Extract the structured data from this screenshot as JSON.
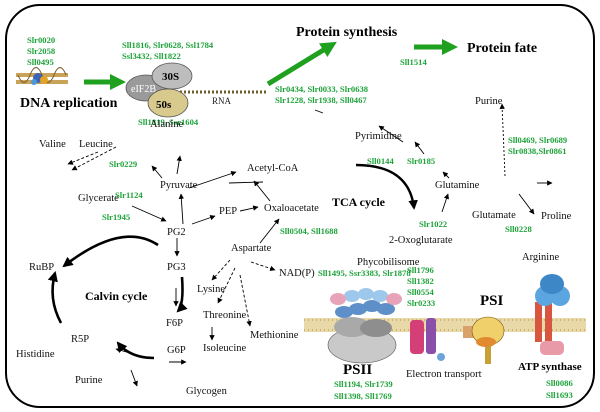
{
  "titles": {
    "dna_replication": "DNA replication",
    "protein_synthesis": "Protein synthesis",
    "protein_fate": "Protein fate",
    "tca_cycle": "TCA cycle",
    "calvin_cycle": "Calvin cycle",
    "psii": "PSII",
    "psi": "PSI",
    "atp_synthase": "ATP synthase",
    "phycobilisome": "Phycobilisome",
    "electron_transport": "Electron transport",
    "glycogen": "Glycogen"
  },
  "ribosome": {
    "eif2b": "eIF2B",
    "s30": "30S",
    "s50": "50s",
    "rna": "RNA"
  },
  "metabolites": {
    "valine": "Valine",
    "leucine": "Leucine",
    "alanine": "Alanine",
    "pyruvate": "Pyruvate",
    "acetyl_coa": "Acetyl-CoA",
    "glycerate": "Glycerate",
    "pep": "PEP",
    "oxaloacetate": "Oxaloacetate",
    "pg2": "PG2",
    "pg3": "PG3",
    "rubp": "RuBP",
    "aspartate": "Aspartate",
    "lysine": "Lysine",
    "threonine": "Threonine",
    "isoleucine": "Isoleucine",
    "methionine": "Methionine",
    "nadp": "NAD(P)",
    "f6p": "F6P",
    "g6p": "G6P",
    "r5p": "R5P",
    "histidine": "Histidine",
    "purine_bottom": "Purine",
    "pyrimidine": "Pyrimidine",
    "glutamine": "Glutamine",
    "glutamate": "Glutamate",
    "proline": "Proline",
    "arginine": "Arginine",
    "oxoglutarate": "2-Oxoglutarate",
    "purine_top": "Purine"
  },
  "genes": {
    "dna": [
      "Slr0020",
      "Slr2058",
      "Sll0495"
    ],
    "ribosome_top": [
      "Sll1816, Slr0628, Ssl1784",
      "Ssl3432, Sll1822"
    ],
    "ribosome_bottom": "Sll1819, Ssr1604",
    "protein_synth": [
      "Slr0434, Slr0033, Slr0638",
      "Slr1228, Slr1938, Sll0467"
    ],
    "protein_fate": "Sll1514",
    "leucine": "Slr0229",
    "glycerate": "Slr1124",
    "pg2": "Slr1945",
    "oxaloacetate": "Sll0504, Sll1688",
    "pyrimidine": [
      "Sll0144",
      "Slr0185"
    ],
    "oxoglutarate": "Slr1022",
    "purine": [
      "Sll0469, Slr0689",
      "Slr0838,Slr0861"
    ],
    "arginine": "Sll0228",
    "phycobilisome": "Sll1495, Ssr3383, Slr1878",
    "electron_transport": [
      "Sll1796",
      "Sll1382",
      "Sll0554",
      "Slr0233"
    ],
    "psii": [
      "Sll1194, Slr1739",
      "Sll1398, Sll1769"
    ],
    "atp_synthase": [
      "Sll0086",
      "Sll1693"
    ]
  }
}
